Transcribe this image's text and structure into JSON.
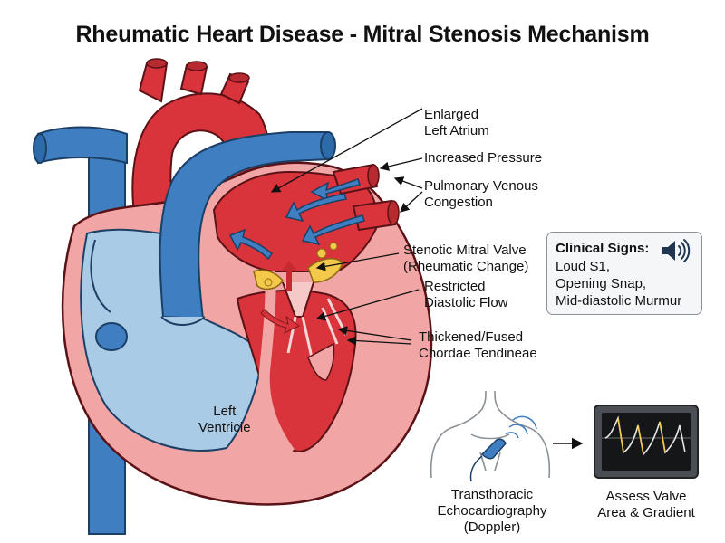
{
  "title": "Rheumatic Heart Disease - Mitral Stenosis Mechanism",
  "labels": {
    "enlarged_left_atrium": "Enlarged\nLeft Atrium",
    "increased_pressure": "Increased Pressure",
    "pulmonary_venous_congestion": "Pulmonary Venous\nCongestion",
    "stenotic_mitral_valve": "Stenotic Mitral Valve\n(Rheumatic Change)",
    "restricted_diastolic_flow": "Restricted\nDiastolic Flow",
    "thickened_chordae": "Thickened/Fused\nChordae Tendineae",
    "left_ventricle": "Left\nVentricle"
  },
  "clinical_signs": {
    "title": "Clinical Signs:",
    "items": [
      "Loud S1,",
      "Opening Snap,",
      "Mid-diastolic Murmur"
    ],
    "icon": "speaker-sound-icon"
  },
  "diagnosis": {
    "echo_caption": "Transthoracic\nEchocardiography\n(Doppler)",
    "assess_caption": "Assess Valve\nArea & Gradient"
  },
  "colors": {
    "myocardium": "#f2a5a5",
    "oxygenated": "#d9343b",
    "deoxygenated": "#3f7fc1",
    "right_chamber": "#a9cbe6",
    "valve_yellow": "#f4c84a"
  }
}
